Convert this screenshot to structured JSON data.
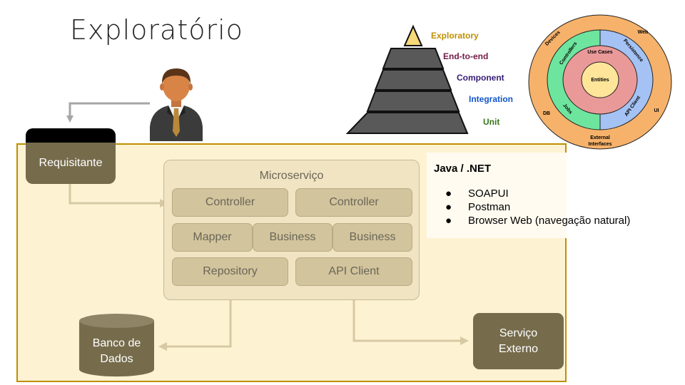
{
  "title": "Exploratório",
  "requester": "Requisitante",
  "microservice": {
    "title": "Microserviço",
    "row1": [
      "Controller",
      "Controller"
    ],
    "row2": [
      "Mapper",
      "Business",
      "Business"
    ],
    "row3": [
      "Repository",
      "API Client"
    ]
  },
  "database": {
    "line1": "Banco de",
    "line2": "Dados"
  },
  "external_service": {
    "line1": "Serviço",
    "line2": "Externo"
  },
  "info": {
    "title": "Java / .NET",
    "items": [
      "SOAPUI",
      "Postman",
      "Browser Web (navegação natural)"
    ]
  },
  "pyramid": {
    "levels": [
      {
        "label": "Exploratory",
        "color": "#bf9000"
      },
      {
        "label": "End-to-end",
        "color": "#741b47"
      },
      {
        "label": "Component",
        "color": "#351c75"
      },
      {
        "label": "Integration",
        "color": "#1155cc"
      },
      {
        "label": "Unit",
        "color": "#38761d"
      }
    ]
  },
  "clean_architecture": {
    "core": "Entities",
    "use_cases": "Use Cases",
    "controllers": "Controllers",
    "jobs": "Jobs",
    "persistence": "Persistence",
    "api_client": "API Client",
    "devices": "Devices",
    "web": "Web",
    "db": "DB",
    "ui": "UI",
    "external_line1": "External",
    "external_line2": "Interfaces"
  },
  "colors": {
    "frame_border": "#bf9000",
    "frame_fill": "#fdf2d2",
    "component_fill": "#d2c49c",
    "dark_node": "#766c4c",
    "arrow": "#d6c9a3"
  }
}
